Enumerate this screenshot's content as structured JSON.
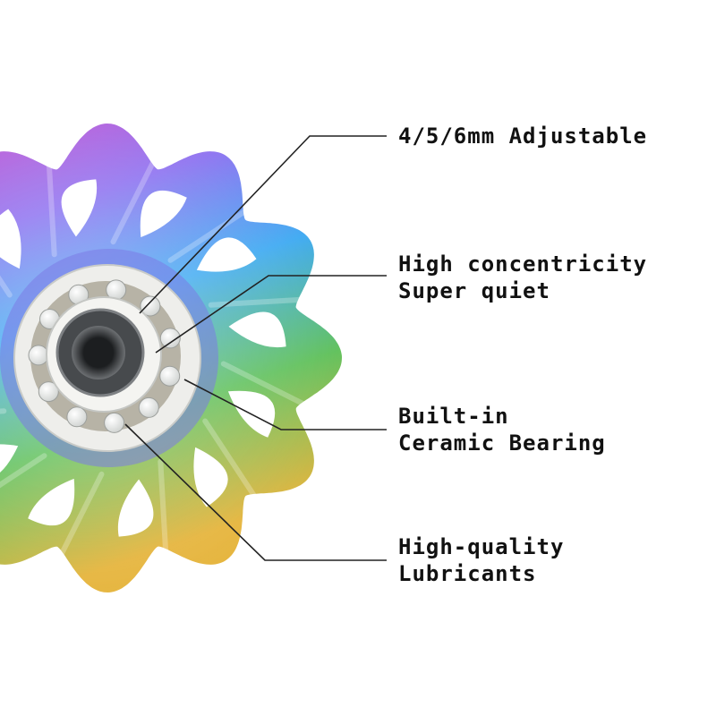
{
  "callouts": {
    "adjustable": {
      "line1": "4/5/6mm Adjustable"
    },
    "concentricity": {
      "line1": "High concentricity",
      "line2": "Super quiet"
    },
    "bearing": {
      "line1": "Built-in",
      "line2": "Ceramic Bearing"
    },
    "lubricant": {
      "line1": "High-quality",
      "line2": "Lubricants"
    }
  },
  "colors": {
    "background": "#ffffff",
    "text": "#111111",
    "leader_line": "#222222",
    "wheel_magenta": "#d648c8",
    "wheel_violet": "#8a6df0",
    "wheel_blue": "#3aa8f2",
    "wheel_green": "#5ec05a",
    "wheel_gold": "#e6b53d",
    "bearing_white": "#f2f2ef",
    "bearing_inner": "#3a3d40"
  },
  "wheel": {
    "teeth": 12,
    "bearing_balls": 11
  }
}
